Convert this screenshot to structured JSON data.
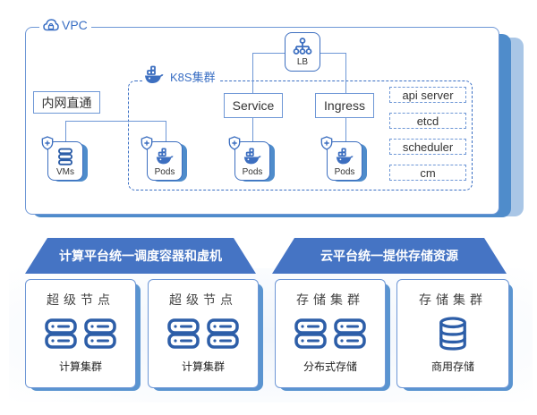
{
  "vpc": {
    "label": "VPC",
    "icon": "cloud-lock-icon",
    "k8s_cluster": {
      "label": "K8S集群",
      "icon": "docker-whale-icon",
      "load_balancer": {
        "label": "LB",
        "icon": "network-hierarchy-icon"
      },
      "services": [
        {
          "label": "Service",
          "node_label": "Pods"
        },
        {
          "label": "Ingress",
          "node_label": "Pods"
        }
      ],
      "control_plane": [
        "api server",
        "etcd",
        "scheduler",
        "cm"
      ]
    },
    "intranet": {
      "label": "内网直通",
      "nodes": [
        {
          "label": "VMs",
          "icon": "server-stack-icon"
        },
        {
          "label": "Pods",
          "icon": "docker-whale-icon"
        }
      ]
    }
  },
  "platforms": [
    {
      "banner": "计算平台统一调度容器和虚机",
      "cards": [
        {
          "title": "超级节点",
          "caption": "计算集群",
          "icon": "server-icon",
          "icon_count": 2
        },
        {
          "title": "超级节点",
          "caption": "计算集群",
          "icon": "server-icon",
          "icon_count": 2
        }
      ]
    },
    {
      "banner": "云平台统一提供存储资源",
      "cards": [
        {
          "title": "存储集群",
          "caption": "分布式存储",
          "icon": "server-icon",
          "icon_count": 2
        },
        {
          "title": "存储集群",
          "caption": "商用存储",
          "icon": "database-icon",
          "icon_count": 1
        }
      ]
    }
  ],
  "colors": {
    "primary": "#3d6fc0",
    "line": "#6e97d6",
    "shadow": "#4f8ccb",
    "banner": "#4574c4"
  }
}
